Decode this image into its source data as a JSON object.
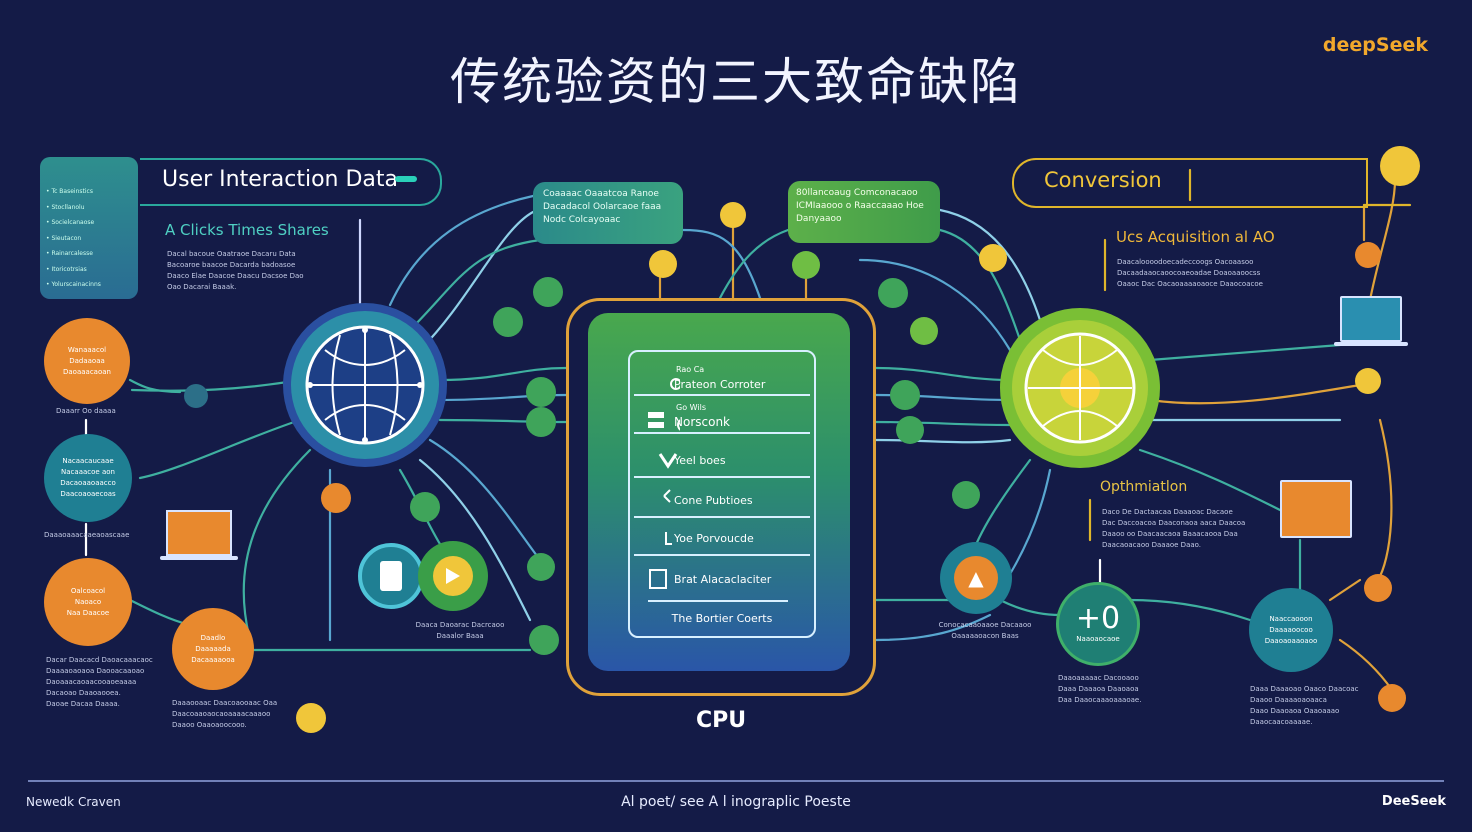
{
  "header": {
    "title": "传统验资的三大致命缺陷",
    "brand": "deepSeek"
  },
  "user_interaction": {
    "title": "User Interaction Data",
    "subtitle": "A Clicks Times Shares",
    "list": [
      "• Tc Baseinstics",
      "• Stocllanolu",
      "• Socielcanaose",
      "• Sieutacon",
      "• Rainarcalesse",
      "• Itoricotrsias",
      "• Yolurscainacinns"
    ],
    "desc": [
      "Dacal bacoue Oaatraoe Dacaru Data",
      "Bacoaroe baacoe Dacarda badoasoe",
      "Daaco Elae Daacoe Daacu Dacsoe Dao",
      "Oao Dacarai Baaak."
    ]
  },
  "top_boxes": {
    "left": [
      "Coaaaac Oaaatcoa Ranoe",
      "Dacadacol Oolarcaoe faaa",
      "Nodc Colcayoaac"
    ],
    "right": [
      "80llancoaug Comconacaoo",
      "ICMIaaooo o Raaccaaao Hoe",
      "Danyaaoo"
    ]
  },
  "conversion": {
    "title": "Conversion",
    "acquisition": "Ucs Acquisition al AO",
    "acq_desc": [
      "Daacaloooodoecadeccoogs Oacoaasoo",
      "Dacaadaaocaoocoaeoadae Doaoaaoocss",
      "Oaaoc Dac Oacaoaaaaoaoce Daaocoacoe"
    ],
    "optimization": "Opthmiatlon",
    "opt_desc": [
      "Daco De Dactaacaa Daaaoac Dacaoe",
      "Dac Daccoacoa Daaconaoa aaca Daacoa",
      "Daaoo oo Daacaacaoa Baaacaooa Daa",
      "Daacaoacaoo Daaaoe Daao."
    ]
  },
  "cpu": {
    "label": "CPU",
    "rows": [
      {
        "icon": "",
        "top": "Rao Ca",
        "text": "Prateon Corroter"
      },
      {
        "icon": "",
        "top": "Go Wils",
        "text": "Norsconk"
      },
      {
        "icon": "",
        "top": "",
        "text": "Yeel boes"
      },
      {
        "icon": "",
        "top": "",
        "text": "Cone Pubtioes"
      },
      {
        "icon": "",
        "top": "",
        "text": "Yoe Porvoucde"
      },
      {
        "icon": "",
        "top": "",
        "text": "Brat Alacaclaciter"
      }
    ],
    "footer": "The Bortier Coerts"
  },
  "left_nodes": {
    "orange_top": [
      "Wanaaacol",
      "Dadaaoaa",
      "Daoaaacaoan"
    ],
    "orange_top_caption": "Daaarr Oo daaaa",
    "teal_mid": [
      "Nacaacaucaae",
      "Nacaaacoe aon",
      "Dacaoaaoaacco",
      "Daacoaoaecoas"
    ],
    "teal_mid_caption": "Daaaoaaacaaeaoascaae",
    "orange_bottom": [
      "Oalcoacol",
      "Naoaco",
      "Naa Daacoe"
    ],
    "orange_bottom_caption": [
      "Dacar Daacacd Daoacaaacaoc",
      "Daaaaoaoaoa Daooacaaoao",
      "Daoaaacaoaacooaoeaaaa",
      "Dacaoao Daaoaooea.",
      "Daoae Dacaa Daaaa."
    ],
    "orange_small": [
      "Daadlo",
      "Daaaaada",
      "Dacaaaaooa"
    ],
    "orange_small_caption": [
      "Daaaooaac Daacoaooaac Oaa",
      "Daacoaaoaocaoaaaacaaaoo",
      "Daaoo Oaaoaoocooo."
    ],
    "device_caption": [
      "Daaca Daoarac Dacrcaoo",
      "Daaalor Baaa"
    ]
  },
  "right_nodes": {
    "fire_caption": [
      "Conocacaaoaaoe Dacaaoo",
      "Oaaaaaoacon Baas"
    ],
    "plus_label": "+0",
    "plus_caption": "Naaoaocaoe",
    "plus_desc": [
      "Daaoaaaaac Dacooaoo",
      "Daaa Daaaoa Daaoaoa",
      "Daa Daaocaaaoaaaoae."
    ],
    "teal_right": [
      "Naaccaooon",
      "Daaaaoocoo",
      "Daaoaoaaoaoo"
    ],
    "teal_right_desc": [
      "Daaa Daaaoao Oaaco Daacoac",
      "Daaoo Daaaaoaoaaca",
      "Daao Daaoaoa Oaaoaaao",
      "Daaocaacoaaaae."
    ]
  },
  "footer": {
    "left": "Newedk Craven",
    "center": "Al poet/ see A l inograplic  Poeste",
    "right": "DeeSeek"
  },
  "colors": {
    "background": "#141b47",
    "green": "#4fb24a",
    "teal": "#2a9d8f",
    "orange": "#e8892e",
    "yellow": "#f0c63a"
  }
}
